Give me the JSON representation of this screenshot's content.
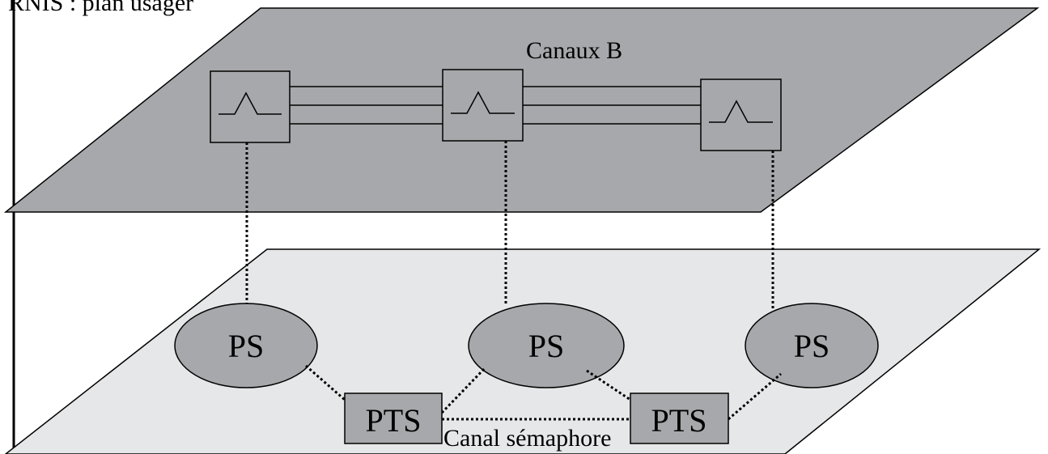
{
  "title": "RNIS : plan usager",
  "upper_plane": {
    "label": "Canaux B",
    "color": "#a6a8ab",
    "switches": [
      {
        "name": "switch-left"
      },
      {
        "name": "switch-center"
      },
      {
        "name": "switch-right"
      }
    ]
  },
  "lower_plane": {
    "label": "Canal sémaphore",
    "color": "#e6e7e8",
    "ps_nodes": [
      {
        "label": "PS"
      },
      {
        "label": "PS"
      },
      {
        "label": "PS"
      }
    ],
    "pts_nodes": [
      {
        "label": "PTS"
      },
      {
        "label": "PTS"
      }
    ]
  }
}
